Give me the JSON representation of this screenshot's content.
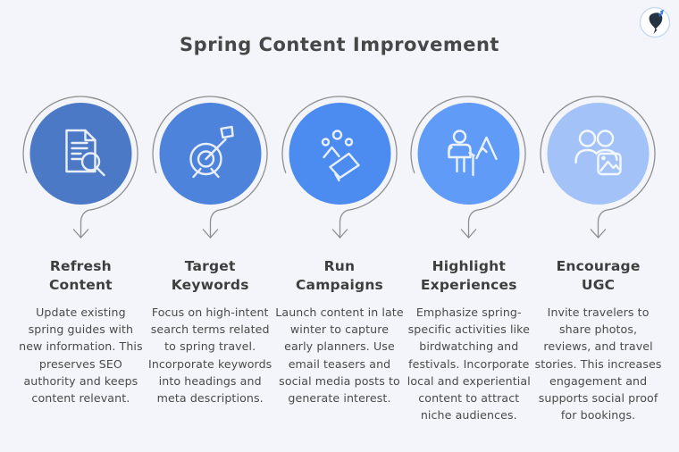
{
  "page": {
    "background_color": "#f3f5fa",
    "ring_color": "#8e8e8e",
    "title_color": "#474747"
  },
  "header": {
    "title": "Spring Content Improvement"
  },
  "logo": {
    "name": "bird-logo",
    "body_color": "#273242",
    "accent_color": "#3d7fe0",
    "border_color": "#c9d9f0"
  },
  "steps": [
    {
      "title": "Refresh Content",
      "icon": "document-search-icon",
      "circle_color": "#4b79c5",
      "description": "Update existing spring guides with new information. This preserves SEO authority and keeps content relevant."
    },
    {
      "title": "Target Keywords",
      "icon": "target-dart-icon",
      "circle_color": "#4e83dc",
      "description": "Focus on high-intent search terms related to spring travel. Incorporate keywords into headings and meta descriptions."
    },
    {
      "title": "Run Campaigns",
      "icon": "megaphone-icon",
      "circle_color": "#4c8bf0",
      "description": "Launch content in late winter to capture early planners. Use email teasers and social media posts to generate interest."
    },
    {
      "title": "Highlight Experiences",
      "icon": "hiker-mountain-icon",
      "circle_color": "#5f9bf7",
      "description": "Emphasize spring-specific activities like birdwatching and festivals. Incorporate local and experiential content to attract niche audiences."
    },
    {
      "title": "Encourage UGC",
      "icon": "users-photo-icon",
      "circle_color": "#a2c2f8",
      "description": "Invite travelers to share photos, reviews, and travel stories. This increases engagement and supports social proof for bookings."
    }
  ]
}
